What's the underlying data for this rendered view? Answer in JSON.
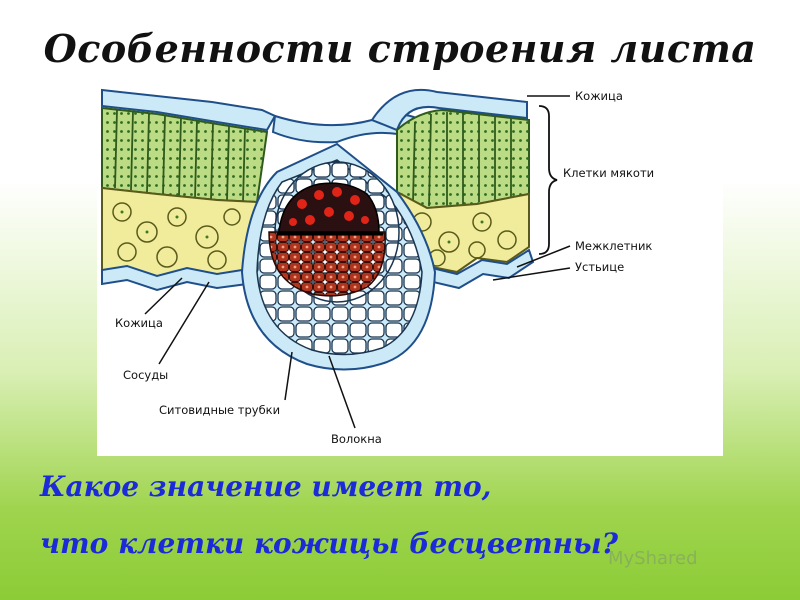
{
  "title": "Особенности строения листа",
  "labels": {
    "kozhitsa_top": "Кожица",
    "kletki_myakoti": "Клетки мякоти",
    "mezhkletnik": "Межклетник",
    "ustitse": "Устьице",
    "kozhitsa_bottom": "Кожица",
    "sosudy": "Сосуды",
    "sitovidnye_trubki": "Ситовидные трубки",
    "volokna": "Волокна"
  },
  "question": {
    "line1": "Какое значение имеет то,",
    "line2": "что клетки кожицы бесцветны?"
  },
  "watermark": "MyShared",
  "colors": {
    "question_text": "#1c2bd8",
    "epidermis": "#bfe3f3",
    "palisade": "#b7d77c",
    "spongy": "#f0ec98",
    "xylem": "#c0281e",
    "phloem": "#9a3a1e"
  }
}
